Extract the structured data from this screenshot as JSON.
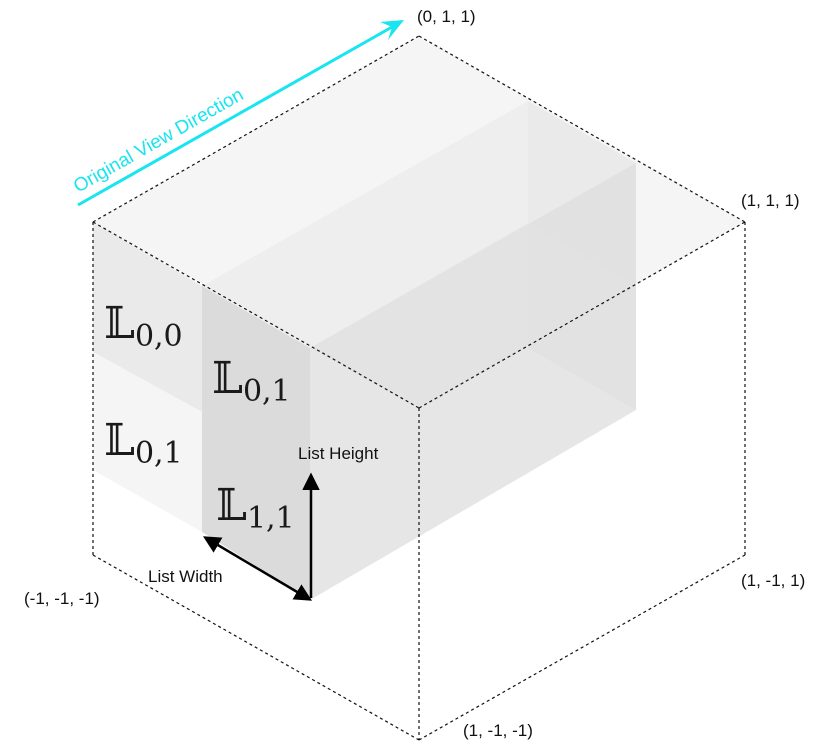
{
  "corners": {
    "top_back": "(0, 1, 1)",
    "top_right": "(1, 1, 1)",
    "right_lower": "(1, -1, 1)",
    "left_lower": "(-1, -1, -1)",
    "bottom_front": "(1, -1, -1)"
  },
  "view_direction": {
    "label": "Original View Direction",
    "color": "#19e5f0"
  },
  "blocks": [
    {
      "letter": "𝕃",
      "subscript": "0,0"
    },
    {
      "letter": "𝕃",
      "subscript": "0,1"
    },
    {
      "letter": "𝕃",
      "subscript": "0,1"
    },
    {
      "letter": "𝕃",
      "subscript": "1,1"
    }
  ],
  "dimensions": {
    "height_label": "List Height",
    "width_label": "List Width"
  }
}
